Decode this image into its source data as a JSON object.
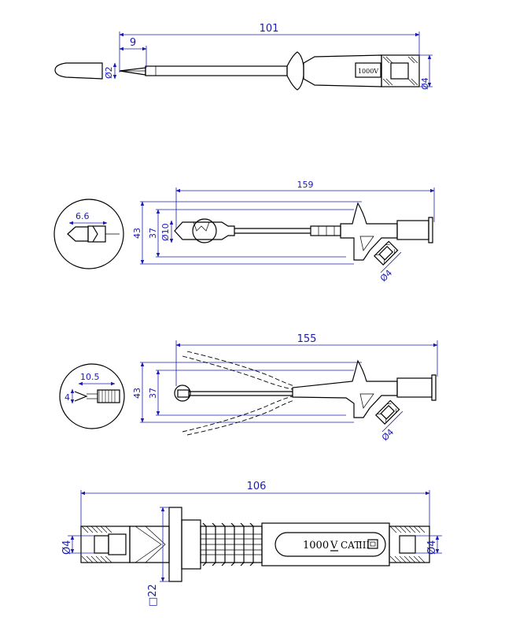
{
  "view1": {
    "dim_length": "101",
    "dim_tip": "9",
    "dim_tip_dia": "Ø2",
    "dim_plug_dia": "Ø4",
    "label": "1000V"
  },
  "view2": {
    "dim_length": "159",
    "dim_height_outer": "43",
    "dim_height_inner": "37",
    "dim_jaw_dia": "Ø10",
    "dim_plug_dia": "Ø4",
    "detail_dim": "6.6"
  },
  "view3": {
    "dim_length": "155",
    "dim_height_outer": "43",
    "dim_height_inner": "37",
    "dim_plug_dia": "Ø4",
    "detail_dim_a": "10.5",
    "detail_dim_b": "4"
  },
  "view4": {
    "dim_length": "106",
    "dim_left_dia": "Ø4",
    "dim_right_dia": "Ø4",
    "dim_square": "□22",
    "label_voltage": "1000",
    "label_symbol": "V",
    "label_cat": "CAT",
    "label_class": "III"
  },
  "colors": {
    "dimension": "#1b1bb0",
    "outline": "#000000"
  }
}
